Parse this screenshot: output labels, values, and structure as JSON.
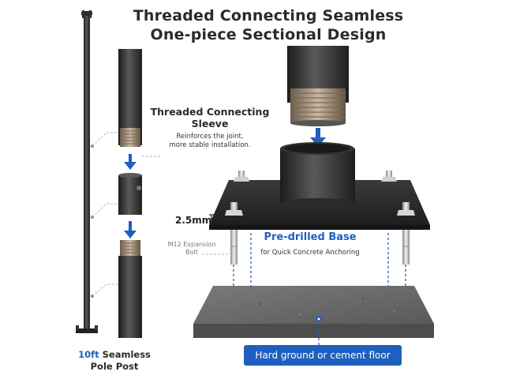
{
  "title": {
    "line1": "Threaded Connecting Seamless",
    "line2": "One-piece Sectional Design"
  },
  "sleeve_callout": {
    "title_line1": "Threaded Connecting",
    "title_line2": "Sleeve",
    "desc_line1": "Reinforces the joint,",
    "desc_line2": "more stable installation."
  },
  "thickness_label": "2.5mm",
  "bolt_label": {
    "line1": "M12 Expansion",
    "line2": "Bolt"
  },
  "base_callout": {
    "title": "Pre-drilled Base",
    "desc": "for Quick Concrete Anchoring"
  },
  "ground_label": "Hard ground or cement floor",
  "pole_label": {
    "accent": "10ft",
    "line1_rest": " Seamless",
    "line2": "Pole Post"
  },
  "colors": {
    "accent_blue": "#1f5fbf",
    "metal_dark": "#2b2b2b",
    "metal_mid": "#4a4a4a",
    "concrete": "#6b6b6b"
  },
  "icons": [
    "down-arrow-icon",
    "thickness-marker-icon"
  ]
}
